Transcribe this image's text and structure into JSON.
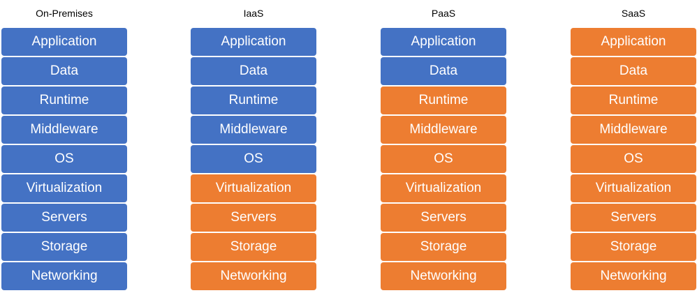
{
  "colors": {
    "customer_managed": "#4472C4",
    "provider_managed": "#ED7D31"
  },
  "layers": [
    "Application",
    "Data",
    "Runtime",
    "Middleware",
    "OS",
    "Virtualization",
    "Servers",
    "Storage",
    "Networking"
  ],
  "models": [
    {
      "title": "On-Premises",
      "provider_managed_from": 9
    },
    {
      "title": "IaaS",
      "provider_managed_from": 5
    },
    {
      "title": "PaaS",
      "provider_managed_from": 2
    },
    {
      "title": "SaaS",
      "provider_managed_from": 0
    }
  ]
}
